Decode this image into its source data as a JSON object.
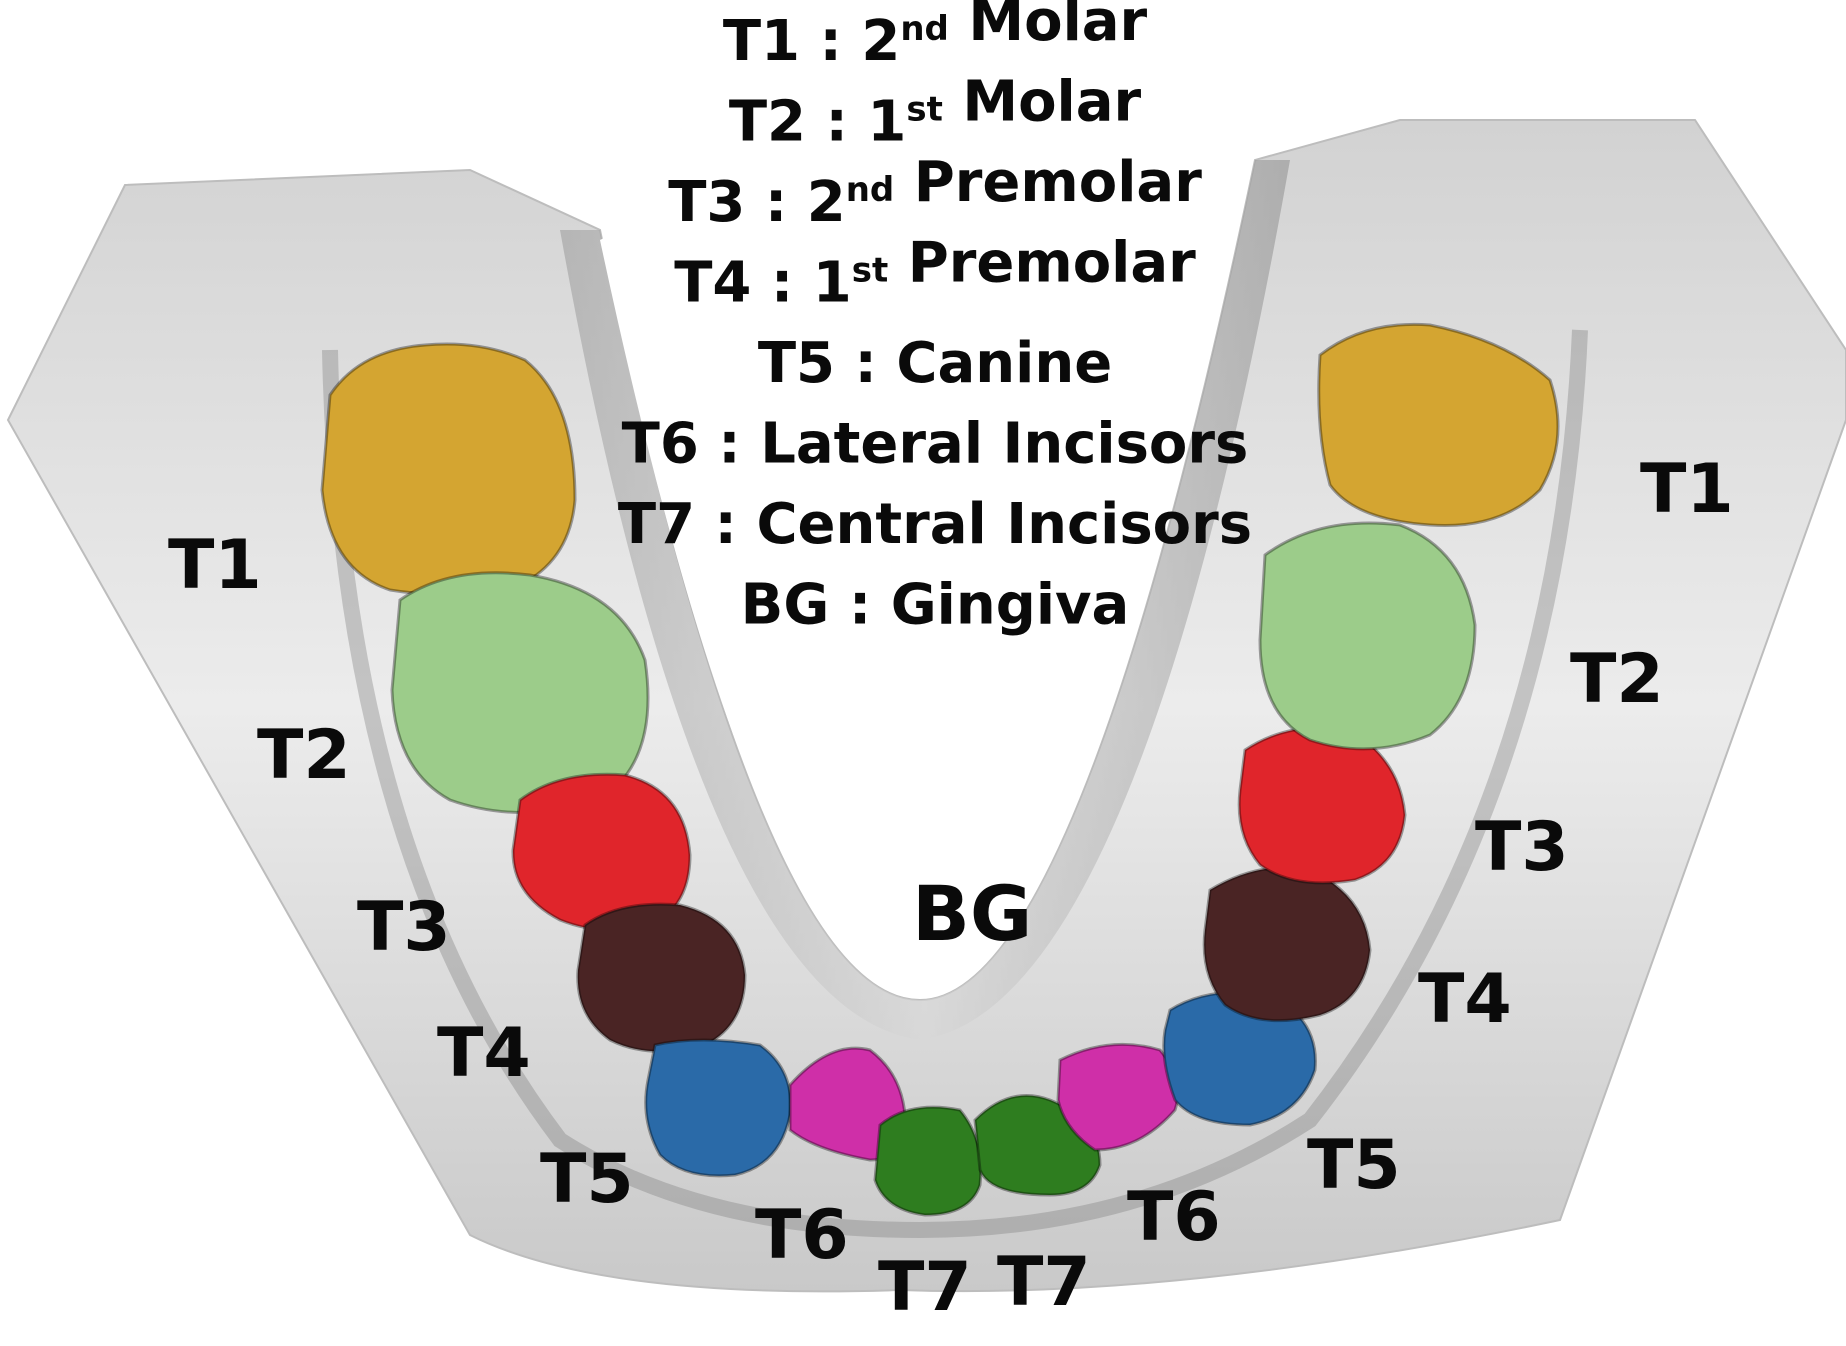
{
  "legend": [
    {
      "code": "T1",
      "sep": " : ",
      "pre": "2",
      "sup": "nd",
      "name": " Molar"
    },
    {
      "code": "T2",
      "sep": " : ",
      "pre": "1",
      "sup": "st",
      "name": " Molar"
    },
    {
      "code": "T3",
      "sep": " : ",
      "pre": "2",
      "sup": "nd",
      "name": " Premolar"
    },
    {
      "code": "T4",
      "sep": " : ",
      "pre": "1",
      "sup": "st",
      "name": " Premolar"
    },
    {
      "code": "T5",
      "sep": " : ",
      "pre": "",
      "sup": "",
      "name": "Canine"
    },
    {
      "code": "T6",
      "sep": " : ",
      "pre": "",
      "sup": "",
      "name": "Lateral Incisors"
    },
    {
      "code": "T7",
      "sep": " : ",
      "pre": "",
      "sup": "",
      "name": "Central Incisors"
    },
    {
      "code": "BG",
      "sep": " : ",
      "pre": "",
      "sup": "",
      "name": "Gingiva"
    }
  ],
  "labels": {
    "left": [
      "T1",
      "T2",
      "T3",
      "T4",
      "T5",
      "T6",
      "T7"
    ],
    "right": [
      "T1",
      "T2",
      "T3",
      "T4",
      "T5",
      "T6",
      "T7"
    ],
    "gingiva": "BG"
  },
  "tooth_colors": {
    "T1": "#d4a531",
    "T2": "#9ccc8a",
    "T3": "#e0252b",
    "T4": "#4a2424",
    "T5": "#2a6aa8",
    "T6": "#cf2fa8",
    "T7": "#2e7d1f"
  },
  "gingiva_color": "#e4e4e4"
}
